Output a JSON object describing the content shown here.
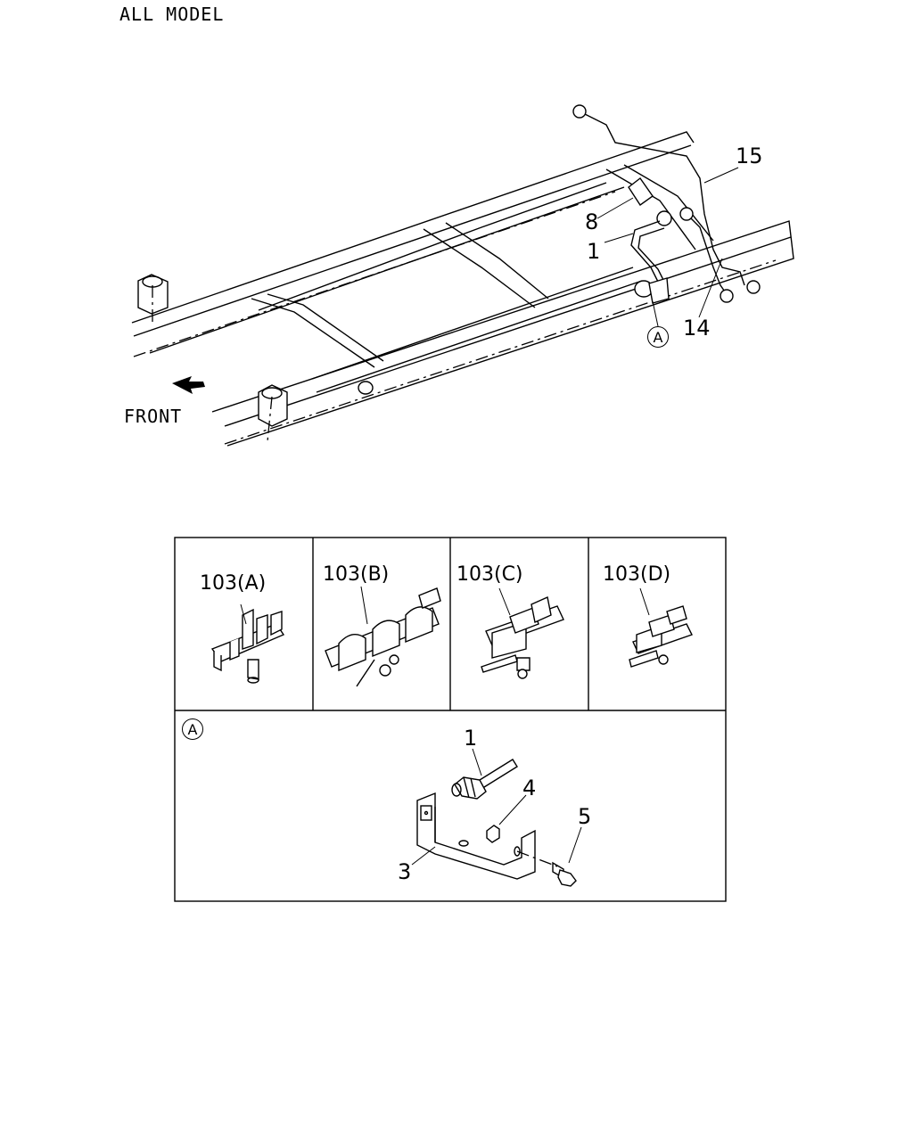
{
  "header": {
    "title": "ALL MODEL"
  },
  "top_diagram": {
    "front_label": "FRONT",
    "callouts": {
      "c15": "15",
      "c8": "8",
      "c1": "1",
      "c14": "14",
      "cA": "A"
    }
  },
  "table": {
    "variants": [
      {
        "label": "103(A)"
      },
      {
        "label": "103(B)"
      },
      {
        "label": "103(C)"
      },
      {
        "label": "103(D)"
      }
    ],
    "detail": {
      "marker": "A",
      "callouts": {
        "c1": "1",
        "c4": "4",
        "c5": "5",
        "c3": "3"
      }
    }
  }
}
